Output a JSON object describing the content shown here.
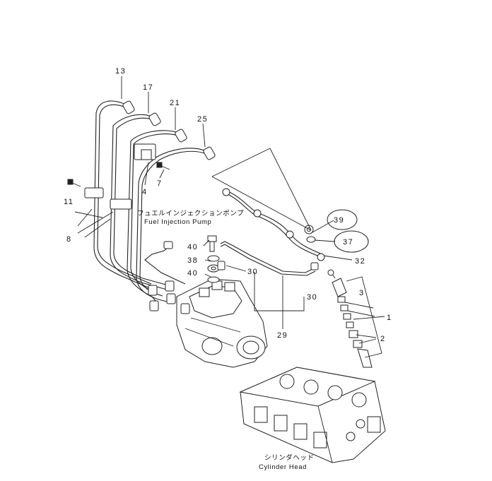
{
  "callouts": {
    "p13": "13",
    "p17": "17",
    "p21": "21",
    "p25": "25",
    "p4": "4",
    "p7": "7",
    "p11": "11",
    "p8": "8",
    "p39": "39",
    "p37": "37",
    "p32": "32",
    "p40a": "40",
    "p38": "38",
    "p40b": "40",
    "p30a": "30",
    "p30b": "30",
    "p29": "29",
    "p3": "3",
    "p1": "1",
    "p2": "2"
  },
  "captions": {
    "pump_jp": "フュエルインジェクションポンプ",
    "pump_en": "Fuel Injection Pump",
    "head_jp": "シリンダヘッド",
    "head_en": "Cylinder Head"
  }
}
